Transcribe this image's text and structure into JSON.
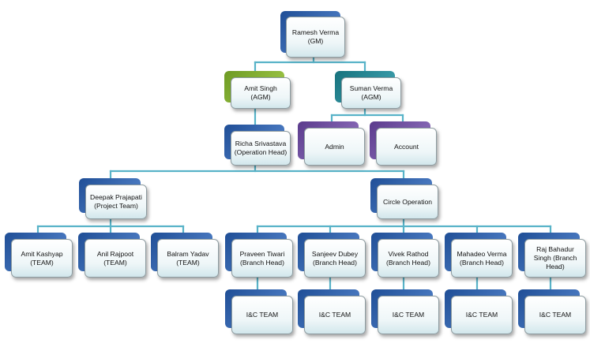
{
  "org_chart": {
    "gm": {
      "name": "Ramesh Verma",
      "role": "(GM)"
    },
    "agm1": {
      "name": "Amit Singh",
      "role": "(AGM)"
    },
    "agm2": {
      "name": "Suman Verma",
      "role": "(AGM)"
    },
    "operation_head": {
      "name": "Richa Srivastava",
      "role": "(Operation Head)"
    },
    "admin": {
      "label": "Admin"
    },
    "account": {
      "label": "Account"
    },
    "project_team": {
      "name": "Deepak  Prajapati",
      "role": "(Project Team)"
    },
    "circle_operation": {
      "label": "Circle Operation"
    },
    "team_members": [
      {
        "name": "Amit Kashyap",
        "role": "(TEAM)"
      },
      {
        "name": "Anil Rajpoot",
        "role": "(TEAM)"
      },
      {
        "name": "Balram  Yadav",
        "role": "(TEAM)"
      }
    ],
    "branch_heads": [
      {
        "text": "Praveen  Tiwari\n(Branch Head)"
      },
      {
        "text": "Sanjeev  Dubey\n(Branch Head)"
      },
      {
        "text": "Vivek Rathod\n(Branch Head)"
      },
      {
        "text": "Mahadeo Verma\n(Branch Head)"
      },
      {
        "text": "Raj Bahadur\nSingh (Branch\nHead)"
      }
    ],
    "ic_teams": [
      {
        "label": "I&C TEAM"
      },
      {
        "label": "I&C TEAM"
      },
      {
        "label": "I&C TEAM"
      },
      {
        "label": "I&C TEAM"
      },
      {
        "label": "I&C TEAM"
      }
    ]
  }
}
